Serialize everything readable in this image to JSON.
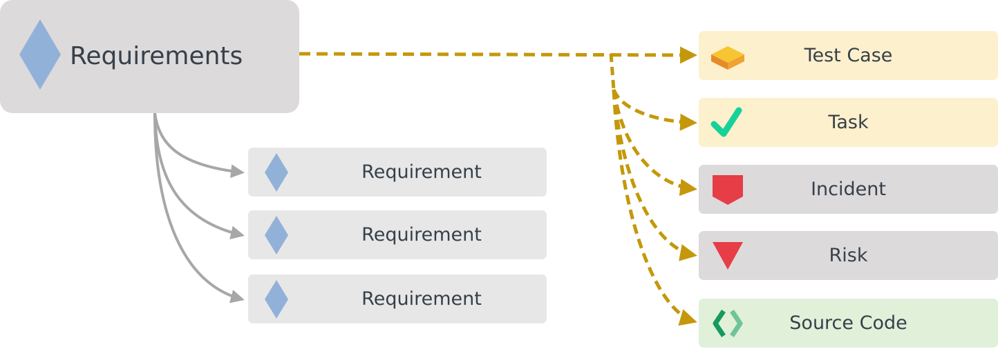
{
  "diagram": {
    "root": {
      "label": "Requirements",
      "icon": "diamond-icon",
      "fill": "#dcdadb",
      "icon_color": "#92b1d8"
    },
    "children": [
      {
        "label": "Requirement",
        "icon": "diamond-icon"
      },
      {
        "label": "Requirement",
        "icon": "diamond-icon"
      },
      {
        "label": "Requirement",
        "icon": "diamond-icon"
      }
    ],
    "artifacts": [
      {
        "label": "Test Case",
        "icon": "test-case-block-icon",
        "fill": "#fdf0cc"
      },
      {
        "label": "Task",
        "icon": "checkmark-icon",
        "fill": "#fdf0cc"
      },
      {
        "label": "Incident",
        "icon": "shield-icon",
        "fill": "#dcdadb"
      },
      {
        "label": "Risk",
        "icon": "triangle-down-icon",
        "fill": "#dcdadb"
      },
      {
        "label": "Source Code",
        "icon": "code-brackets-icon",
        "fill": "#e1f0d9"
      }
    ],
    "colors": {
      "child_fill": "#e7e7e7",
      "child_connector": "#a7a7a7",
      "artifact_connector": "#c4980a",
      "text": "#36404a",
      "diamond": "#92b1d8",
      "cube_top": "#f7c531",
      "cube_side": "#e68a2a",
      "check": "#17d19a",
      "incident": "#e63d47",
      "risk": "#e63d47",
      "code_dark": "#159a5f",
      "code_light": "#72c29b"
    }
  }
}
